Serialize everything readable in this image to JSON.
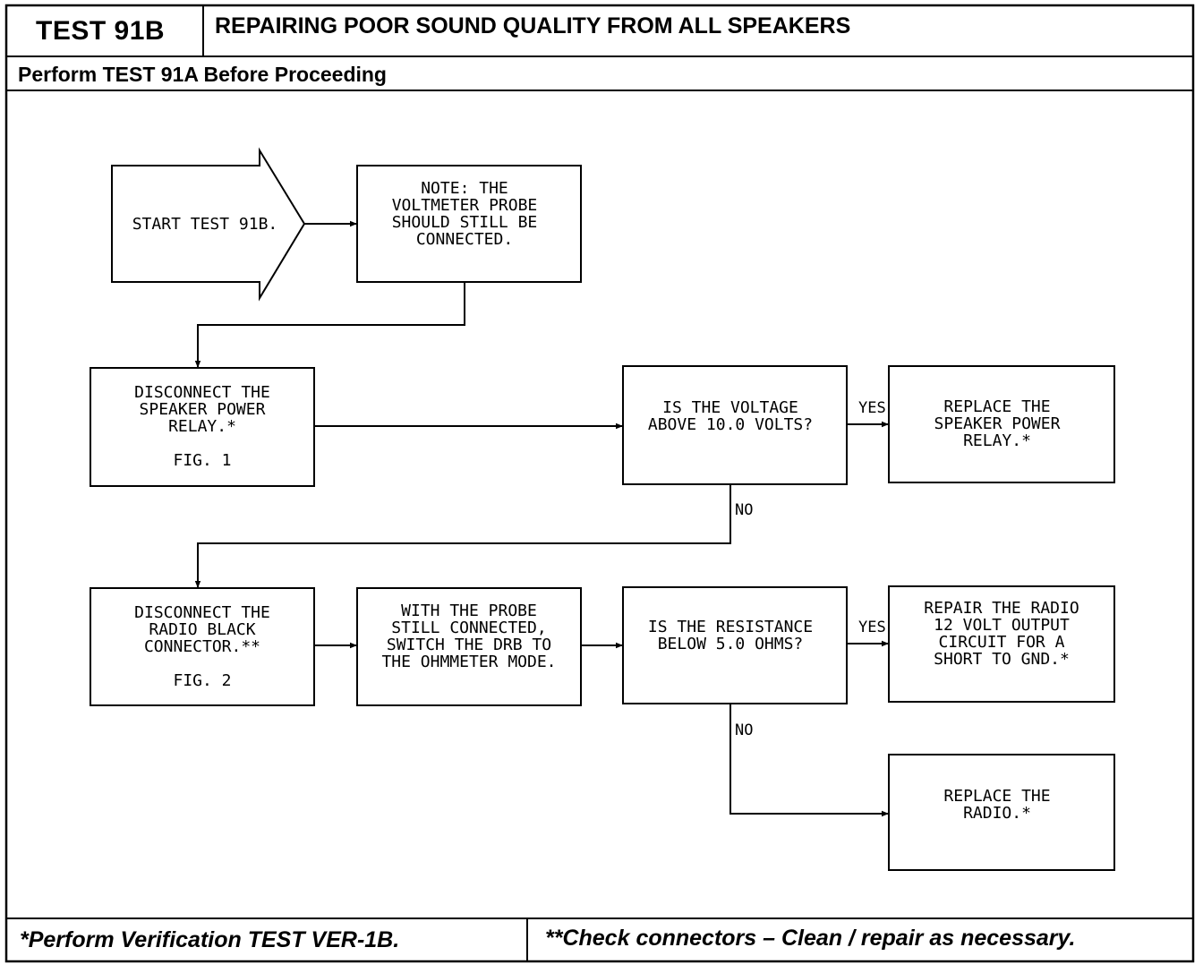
{
  "header": {
    "test_id": "TEST 91B",
    "title": "REPAIRING POOR SOUND QUALITY FROM ALL SPEAKERS",
    "prerequisite": "Perform TEST 91A Before Proceeding"
  },
  "flowchart": {
    "start": [
      "START TEST 91B."
    ],
    "note": [
      "NOTE: THE",
      "VOLTMETER PROBE",
      "SHOULD STILL BE",
      "CONNECTED."
    ],
    "disconnect_relay": [
      "DISCONNECT THE",
      "SPEAKER POWER",
      "RELAY.*",
      "",
      "FIG. 1"
    ],
    "voltage_question": [
      "IS THE VOLTAGE",
      "ABOVE 10.0 VOLTS?"
    ],
    "replace_relay": [
      "REPLACE THE",
      "SPEAKER POWER",
      "RELAY.*"
    ],
    "disconnect_radio": [
      "DISCONNECT THE",
      "RADIO BLACK",
      "CONNECTOR.**",
      "",
      "FIG. 2"
    ],
    "switch_drb": [
      "WITH THE PROBE",
      "STILL CONNECTED,",
      "SWITCH THE DRB TO",
      "THE OHMMETER MODE."
    ],
    "resistance_question": [
      "IS THE RESISTANCE",
      "BELOW 5.0 OHMS?"
    ],
    "repair_circuit": [
      "REPAIR THE RADIO",
      "12 VOLT OUTPUT",
      "CIRCUIT FOR A",
      "SHORT TO GND.*"
    ],
    "replace_radio": [
      "REPLACE THE",
      "RADIO.*"
    ],
    "yes_label": "YES",
    "no_label": "NO"
  },
  "footer": {
    "left": "*Perform Verification TEST VER-1B.",
    "right": "**Check connectors – Clean / repair as necessary."
  }
}
